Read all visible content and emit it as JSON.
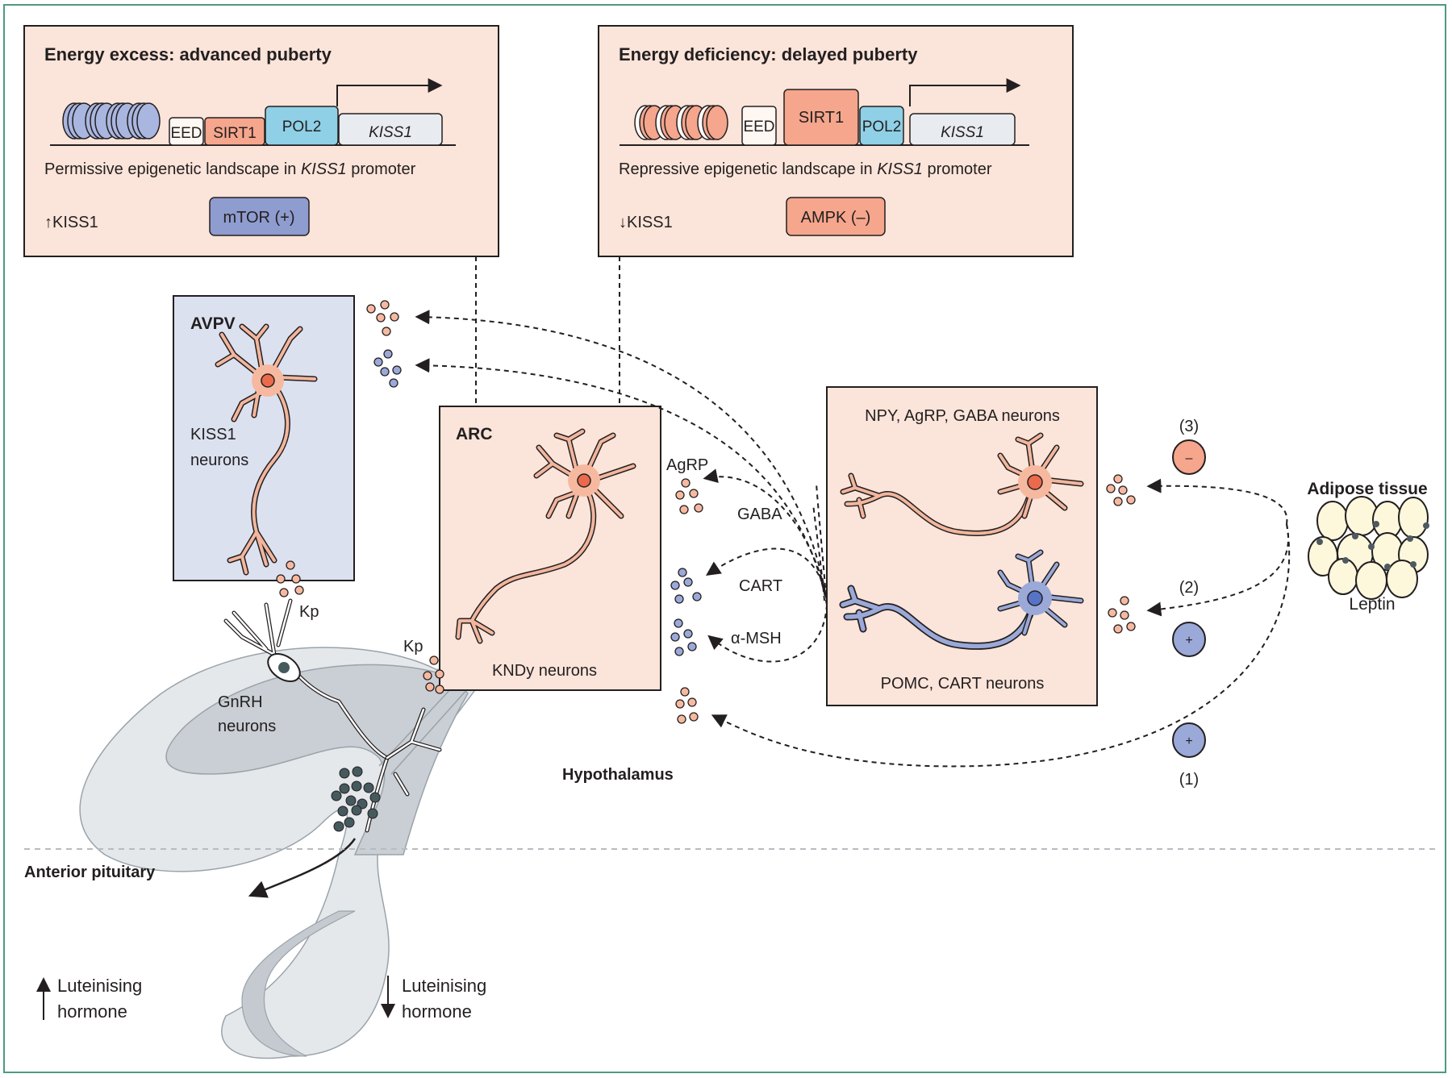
{
  "colors": {
    "frame": "#4e9a7e",
    "peach_box": "#fbe4d9",
    "blue_box": "#dce1f0",
    "sirt1": "#f5a68c",
    "pol2": "#8fd0e6",
    "kiss1_gene": "#e8ebef",
    "mtor": "#8f9ccf",
    "ampk": "#f5a68c",
    "orange_neuron": "#f2b69d",
    "blue_neuron": "#9aa9d8",
    "nucleus_orange": "#ea6a4b",
    "nucleus_blue": "#5673c6",
    "gnrh_dot": "#455a5e"
  },
  "panel_excess": {
    "title": "Energy excess: advanced puberty",
    "eed": "EED",
    "sirt1": "SIRT1",
    "pol2": "POL2",
    "gene": "KISS1",
    "caption_pre": "Permissive epigenetic landscape in ",
    "caption_gene": "KISS1",
    "caption_post": " promoter",
    "kiss_change": "↑KISS1",
    "signal": "mTOR (+)"
  },
  "panel_deficiency": {
    "title": "Energy deficiency: delayed puberty",
    "eed": "EED",
    "sirt1": "SIRT1",
    "pol2": "POL2",
    "gene": "KISS1",
    "caption_pre": "Repressive epigenetic landscape in ",
    "caption_gene": "KISS1",
    "caption_post": " promoter",
    "kiss_change": "↓KISS1",
    "signal": "AMPK (–)"
  },
  "avpv": {
    "title": "AVPV",
    "label_line1": "KISS1",
    "label_line2": "neurons",
    "secretion": "Kp"
  },
  "arc": {
    "title": "ARC",
    "label": "KNDy neurons",
    "secretion": "Kp"
  },
  "gnrh": {
    "label_line1": "GnRH",
    "label_line2": "neurons"
  },
  "feeding": {
    "top_label": "NPY, AgRP, GABA neurons",
    "bottom_label": "POMC, CART neurons",
    "signals": [
      "AgRP",
      "GABA",
      "CART",
      "α-MSH"
    ]
  },
  "leptin_paths": [
    {
      "number": "(3)",
      "sign": "–"
    },
    {
      "number": "(2)",
      "sign": "+"
    },
    {
      "number": "(1)",
      "sign": "+"
    }
  ],
  "adipose": {
    "title": "Adipose tissue",
    "hormone": "Leptin"
  },
  "regions": {
    "hypothalamus": "Hypothalamus",
    "pituitary": "Anterior pituitary"
  },
  "lh": {
    "up_line1": "Luteinising",
    "up_line2": "hormone",
    "down_line1": "Luteinising",
    "down_line2": "hormone"
  }
}
